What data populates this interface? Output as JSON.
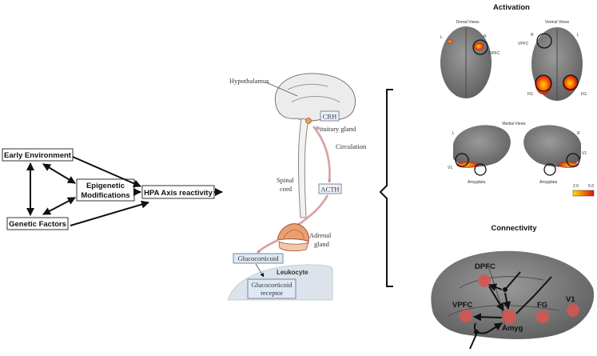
{
  "causal_model": {
    "early_environment": "Early Environment",
    "genetic_factors": "Genetic Factors",
    "epigenetic_line1": "Epigenetic",
    "epigenetic_line2": "Modifications",
    "hpa_axis": "HPA Axis reactivity"
  },
  "hpa_diagram": {
    "hypothalamus": "Hypothalamus",
    "crh": "CRH",
    "pituitary": "Pituitary gland",
    "circulation": "Circulation",
    "spinal_line1": "Spinal",
    "spinal_line2": "cord",
    "acth": "ACTH",
    "adrenal_line1": "Adrenal",
    "adrenal_line2": "gland",
    "glucocorticoid": "Glucocorticoid",
    "leukocyte": "Leukocyte",
    "receptor_line1": "Glucocorticoid",
    "receptor_line2": "receptor"
  },
  "activation": {
    "title": "Activation",
    "dorsal_title": "Dorsal Views",
    "ventral_title": "Ventral Views",
    "medial_title": "Medial Views",
    "label_L1": "L",
    "label_R1": "R",
    "label_dpfc": "DPFC",
    "label_R2": "R",
    "label_L2": "L",
    "label_vpfc": "VPFC",
    "label_fg1": "FG",
    "label_fg2": "FG",
    "label_L3": "L",
    "label_R3": "R",
    "label_v1a": "V1",
    "label_v1b": "V1",
    "label_amyg1": "Amygdala",
    "label_amyg2": "Amygdala",
    "scale_min": "2.0",
    "scale_max": "5.6",
    "colors": {
      "low": "#ffe000",
      "high": "#e01010"
    }
  },
  "connectivity": {
    "title": "Connectivity",
    "dpfc": "DPFC",
    "vpfc": "VPFC",
    "fg": "FG",
    "v1": "V1",
    "amyg": "Amyg",
    "node_color": "#d9534f"
  }
}
